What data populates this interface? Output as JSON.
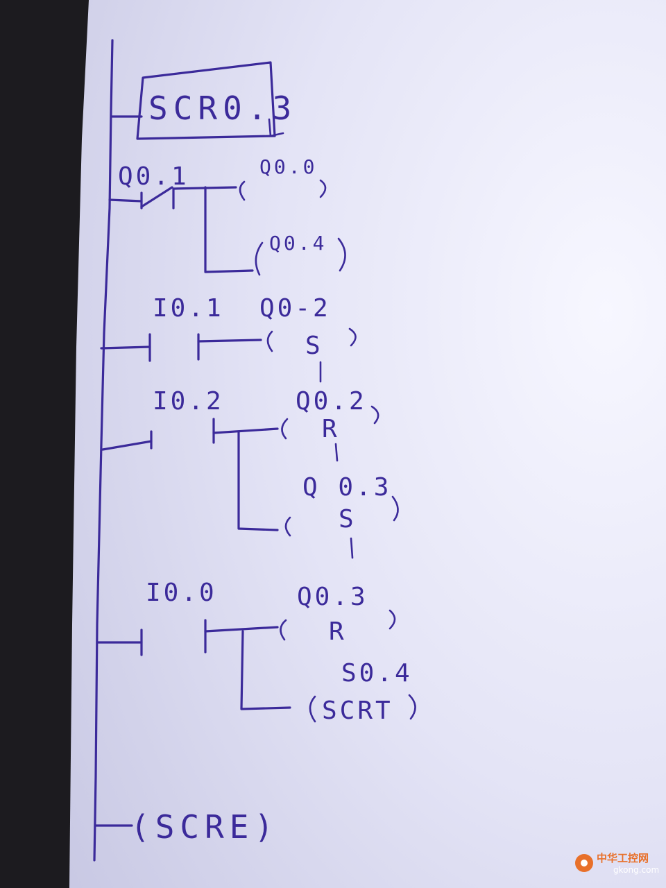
{
  "diagram": {
    "scr_box": {
      "label": "SCR0.3"
    },
    "rung1": {
      "contact": "Q0.1",
      "coils": [
        {
          "addr": "Q0.0",
          "mode": ""
        },
        {
          "addr": "Q0.4",
          "mode": ""
        }
      ]
    },
    "rung2": {
      "contact": "I0.1",
      "coil": {
        "addr": "Q0-2",
        "mode": "S",
        "count": "1"
      }
    },
    "rung3": {
      "contact": "I0.2",
      "coils": [
        {
          "addr": "Q0.2",
          "mode": "R",
          "count": "1"
        },
        {
          "addr": "Q 0.3",
          "mode": "S",
          "count": "1"
        }
      ]
    },
    "rung4": {
      "contact": "I0.0",
      "coils": [
        {
          "addr": "Q0.3",
          "mode": "R"
        },
        {
          "addr": "S0.4",
          "mode": "SCRT"
        }
      ]
    },
    "end": {
      "label": "(SCRE)"
    }
  },
  "watermark": {
    "cn": "中华工控网",
    "url": "gkong.com"
  },
  "colors": {
    "ink": "#3b2a9a",
    "paper": "#eeeef9",
    "watermark": "#e8702a"
  }
}
